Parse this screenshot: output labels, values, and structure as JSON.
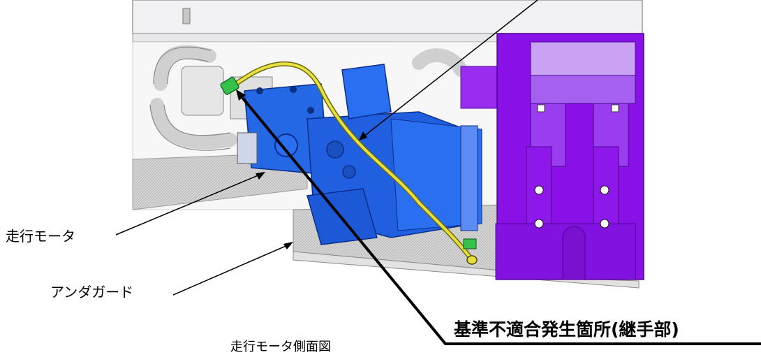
{
  "labels": {
    "travel_motor": "走行モータ",
    "under_guard": "アンダガード",
    "caption": "走行モータ側面図",
    "defect_location": "基準不適合発生箇所(継手部)"
  },
  "colors": {
    "motor_blue": "#1f5fe0",
    "frame_purple": "#8a10e8",
    "pipe_yellow": "#e8e040",
    "fitting_green": "#36c24a",
    "guard_gray": "#cfcfcf"
  },
  "icons": {
    "elbow_fitting": "fitting-icon"
  }
}
